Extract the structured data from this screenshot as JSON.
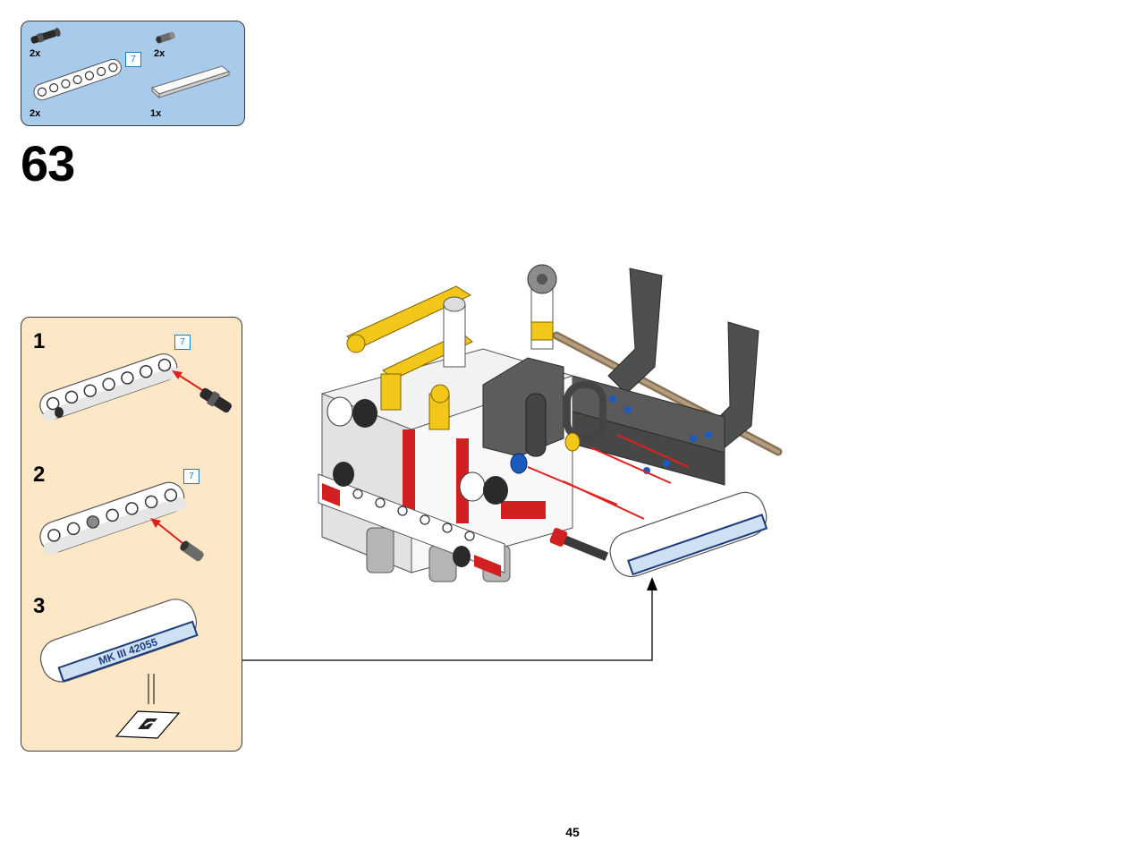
{
  "parts_list": {
    "items": [
      {
        "icon": "axle-pin-icon",
        "qty": "2x"
      },
      {
        "icon": "short-pin-icon",
        "qty": "2x"
      },
      {
        "icon": "beam-7-icon",
        "qty": "2x",
        "length": "7"
      },
      {
        "icon": "flat-plate-icon",
        "qty": "1x"
      }
    ]
  },
  "step": {
    "number": "63"
  },
  "subassembly": {
    "steps": [
      {
        "number": "1",
        "length": "7"
      },
      {
        "number": "2",
        "length": "7"
      },
      {
        "number": "3",
        "sticker_text": "MK III 42055"
      }
    ]
  },
  "page": {
    "number": "45"
  }
}
